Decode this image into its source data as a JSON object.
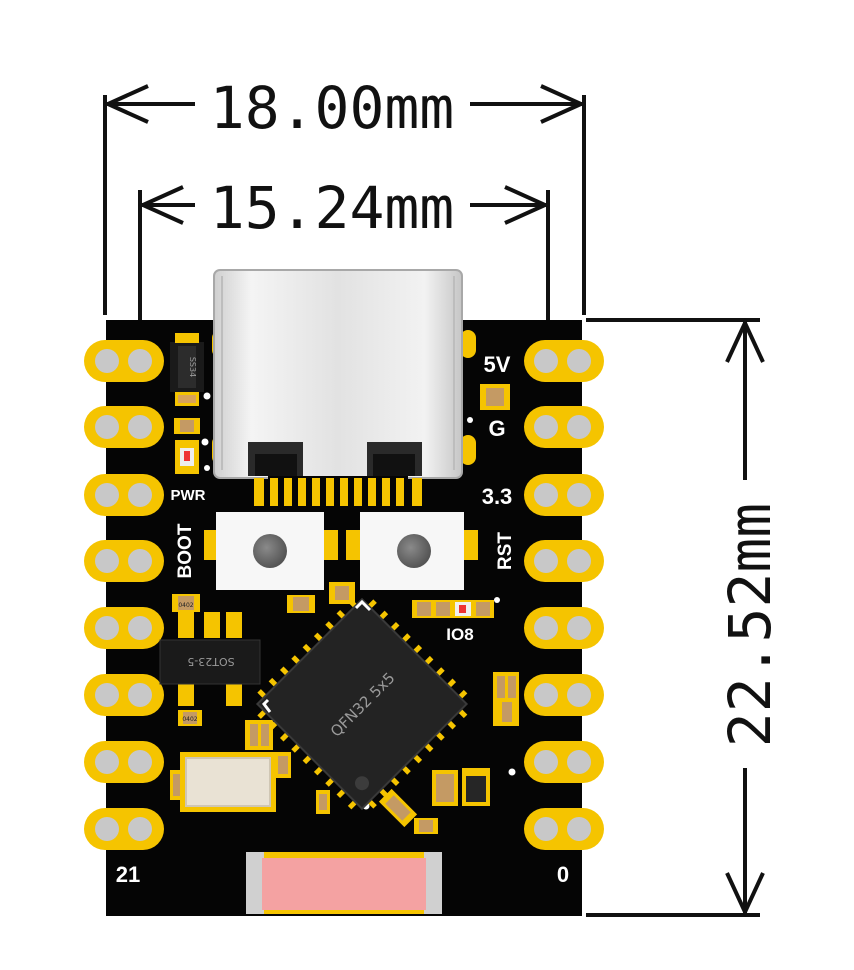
{
  "dimensions": {
    "width_outer": "18.00mm",
    "width_pins": "15.24mm",
    "height": "22.52mm"
  },
  "labels": {
    "left_pin_bottom": "21",
    "right_pin_bottom": "0",
    "right_5v": "5V",
    "right_gnd": "G",
    "right_33": "3.3",
    "rst": "RST",
    "boot": "BOOT",
    "pwr": "PWR",
    "io8": "IO8",
    "mcu": "QFN32 5x5",
    "regulator": "SOT23-5",
    "small_1": "0402",
    "small_2": "0402"
  },
  "colors": {
    "board": "#050505",
    "gold": "#f5c400",
    "pad_gray": "#c8c8c8",
    "usb_silver": "#e6e6e6",
    "antenna_pink": "#f4a2a2",
    "line": "#111111"
  }
}
